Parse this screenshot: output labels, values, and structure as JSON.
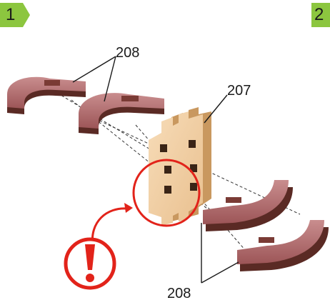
{
  "steps": [
    {
      "number": "1",
      "badge_color": "#8cc63f"
    },
    {
      "number": "2",
      "badge_color": "#8cc63f"
    }
  ],
  "callouts": {
    "top_label": "208",
    "middle_label": "207",
    "bottom_label": "208"
  },
  "colors": {
    "curved_piece_face": "#b56a6c",
    "curved_piece_side": "#5a2a24",
    "flat_piece_face": "#f2d2a9",
    "warning_red": "#e2231a"
  },
  "icons": [
    "warning-exclamation-icon"
  ]
}
